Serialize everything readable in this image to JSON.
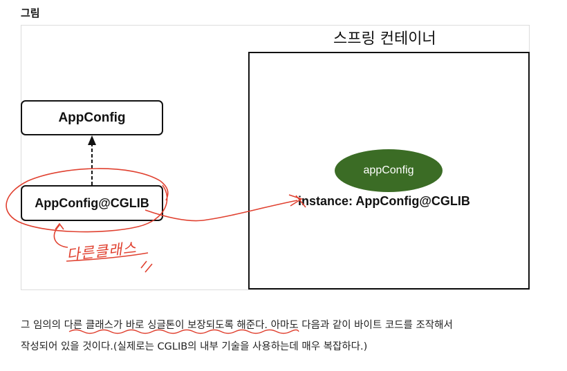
{
  "heading": "그림",
  "diagram": {
    "container_title": "스프링 컨테이너",
    "box_top_label": "AppConfig",
    "box_bottom_label": "AppConfig@CGLIB",
    "bean_name": "appConfig",
    "instance_label": "instance: AppConfig@CGLIB",
    "handwritten_note": "다른클래스",
    "colors": {
      "bean_fill": "#3b6c25",
      "annotation": "#e0402f",
      "border": "#111111"
    }
  },
  "paragraph": {
    "line1_before": "그 임의의 ",
    "line1_underlined": "다른 클래스가 바로 싱글톤이 보장되도록 해준다",
    "line1_after": ". 아마도 다음과 같이 바이트 코드를 조작해서",
    "line2": "작성되어 있을 것이다.(실제로는 CGLIB의 내부 기술을 사용하는데 매우 복잡하다.)"
  }
}
